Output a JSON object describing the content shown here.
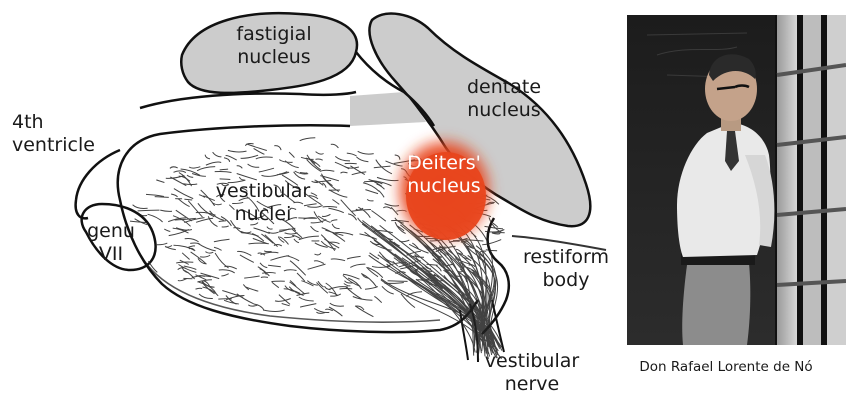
{
  "labels": {
    "fastigial": "fastigial\nnucleus",
    "dentate": "dentate\nnucleus",
    "ventricle": "4th\nventricle",
    "deiters": "Deiters'\nnucleus",
    "vestibular_nuclei": "vestibular\nnuclei",
    "genu": "genu\nVII",
    "restiform": "restiform\nbody",
    "vestibular_nerve": "vestibular\nnerve"
  },
  "caption": "Don Rafael Lorente de Nó",
  "colors": {
    "nucleus_fill": "#cccccc",
    "deiters_highlight": "#e8461e",
    "outline": "#111111"
  }
}
